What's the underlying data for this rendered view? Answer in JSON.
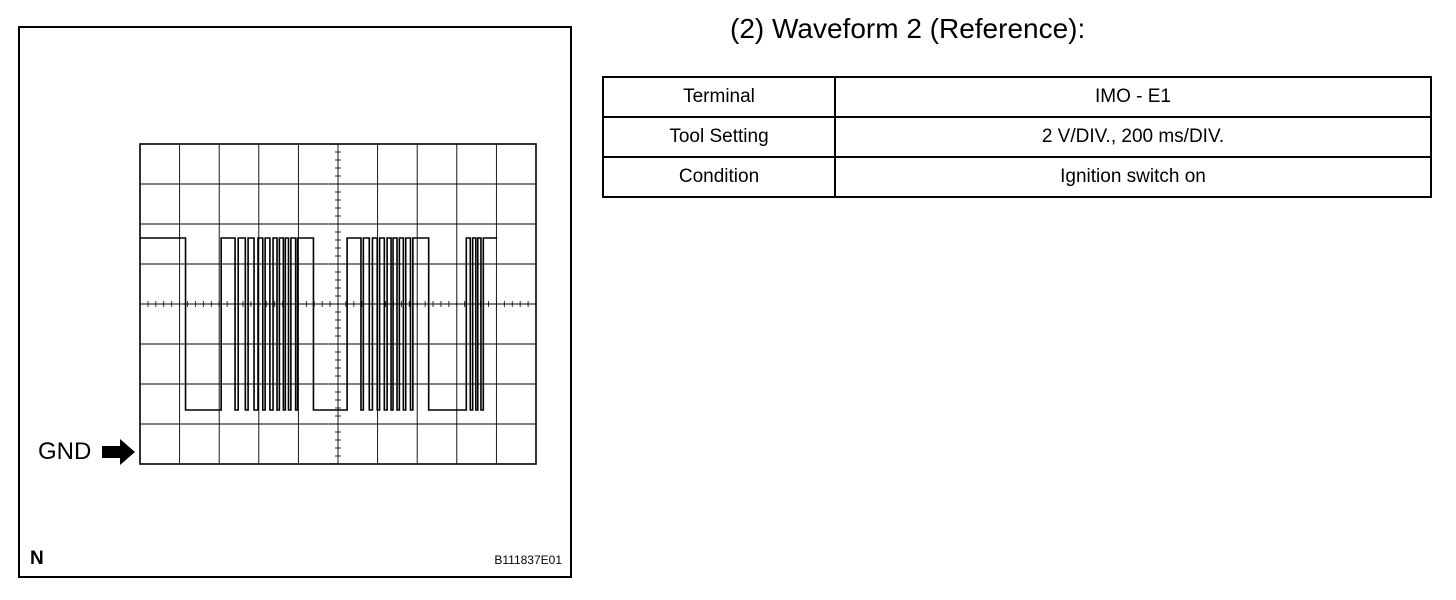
{
  "title": "(2) Waveform 2 (Reference):",
  "figure": {
    "corner_label": "N",
    "figure_id": "B111837E01",
    "gnd_label": "GND",
    "icons": [
      "gnd-arrow-icon"
    ]
  },
  "table": {
    "rows": [
      {
        "key": "Terminal",
        "value": "IMO - E1"
      },
      {
        "key": "Tool Setting",
        "value": "2 V/DIV., 200 ms/DIV."
      },
      {
        "key": "Condition",
        "value": "Ignition switch on"
      }
    ]
  },
  "colors": {
    "ink": "#000000",
    "paper": "#ffffff"
  }
}
